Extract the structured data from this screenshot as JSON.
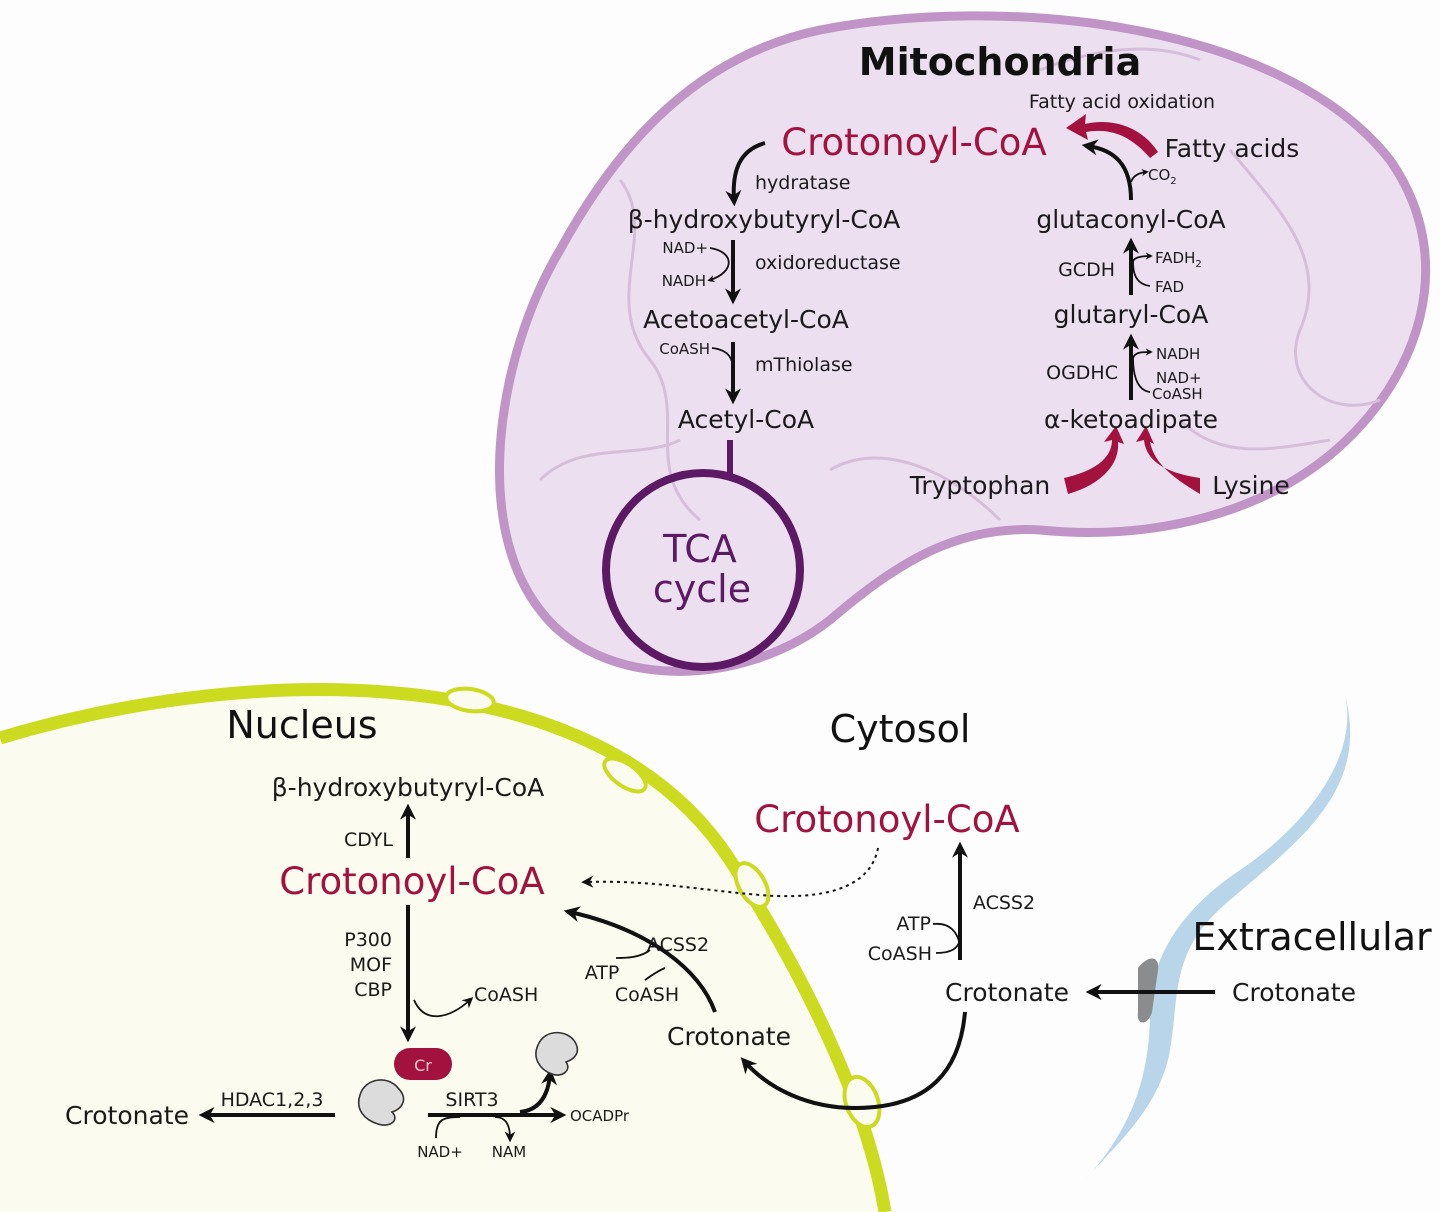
{
  "compartments": {
    "mitochondria": "Mitochondria",
    "nucleus": "Nucleus",
    "cytosol": "Cytosol",
    "extracellular": "Extracellular"
  },
  "mito": {
    "crotonoyl": "Crotonoyl-CoA",
    "hydratase": "hydratase",
    "bhb": "β-hydroxybutyryl-CoA",
    "nad_plus": "NAD+",
    "nadh": "NADH",
    "oxidoreductase": "oxidoreductase",
    "acetoacetyl": "Acetoacetyl-CoA",
    "coash": "CoASH",
    "mthiolase": "mThiolase",
    "acetyl": "Acetyl-CoA",
    "tca_line1": "TCA",
    "tca_line2": "cycle",
    "fatty_acid_oxidation": "Fatty acid oxidation",
    "fatty_acids": "Fatty acids",
    "co2": "CO",
    "co2_sub": "2",
    "glutaconyl": "glutaconyl-CoA",
    "gcdh": "GCDH",
    "fadh2": "FADH",
    "fadh2_sub": "2",
    "fad": "FAD",
    "glutaryl": "glutaryl-CoA",
    "ogdhc": "OGDHC",
    "nadh2": "NADH",
    "nad_plus2": "NAD+",
    "coash2": "CoASH",
    "ketoadipate": "α-ketoadipate",
    "tryptophan": "Tryptophan",
    "lysine": "Lysine"
  },
  "nucleus": {
    "bhb": "β-hydroxybutyryl-CoA",
    "cdyl": "CDYL",
    "crotonoyl": "Crotonoyl-CoA",
    "p300": "P300",
    "mof": "MOF",
    "cbp": "CBP",
    "coash": "CoASH",
    "cr": "Cr",
    "hdac": "HDAC1,2,3",
    "crotonate_out": "Crotonate",
    "sirt3": "SIRT3",
    "ocadpr": "OCADPr",
    "nad_plus": "NAD+",
    "nam": "NAM",
    "acss2": "ACSS2",
    "atp": "ATP",
    "coash2": "CoASH",
    "crotonate": "Crotonate"
  },
  "cytosol": {
    "crotonoyl": "Crotonoyl-CoA",
    "acss2": "ACSS2",
    "atp": "ATP",
    "coash": "CoASH",
    "crotonate": "Crotonate"
  },
  "extracellular": {
    "crotonate": "Crotonate"
  },
  "colors": {
    "crotonoyl_red": "#a3123f",
    "mito_fill": "#ecdff0",
    "mito_border": "#c094c6",
    "tca_ring": "#5b1a63",
    "nucleus_fill": "#fbfbef",
    "nucleus_membrane": "#cddb20",
    "cell_membrane": "#b9d5ea"
  }
}
